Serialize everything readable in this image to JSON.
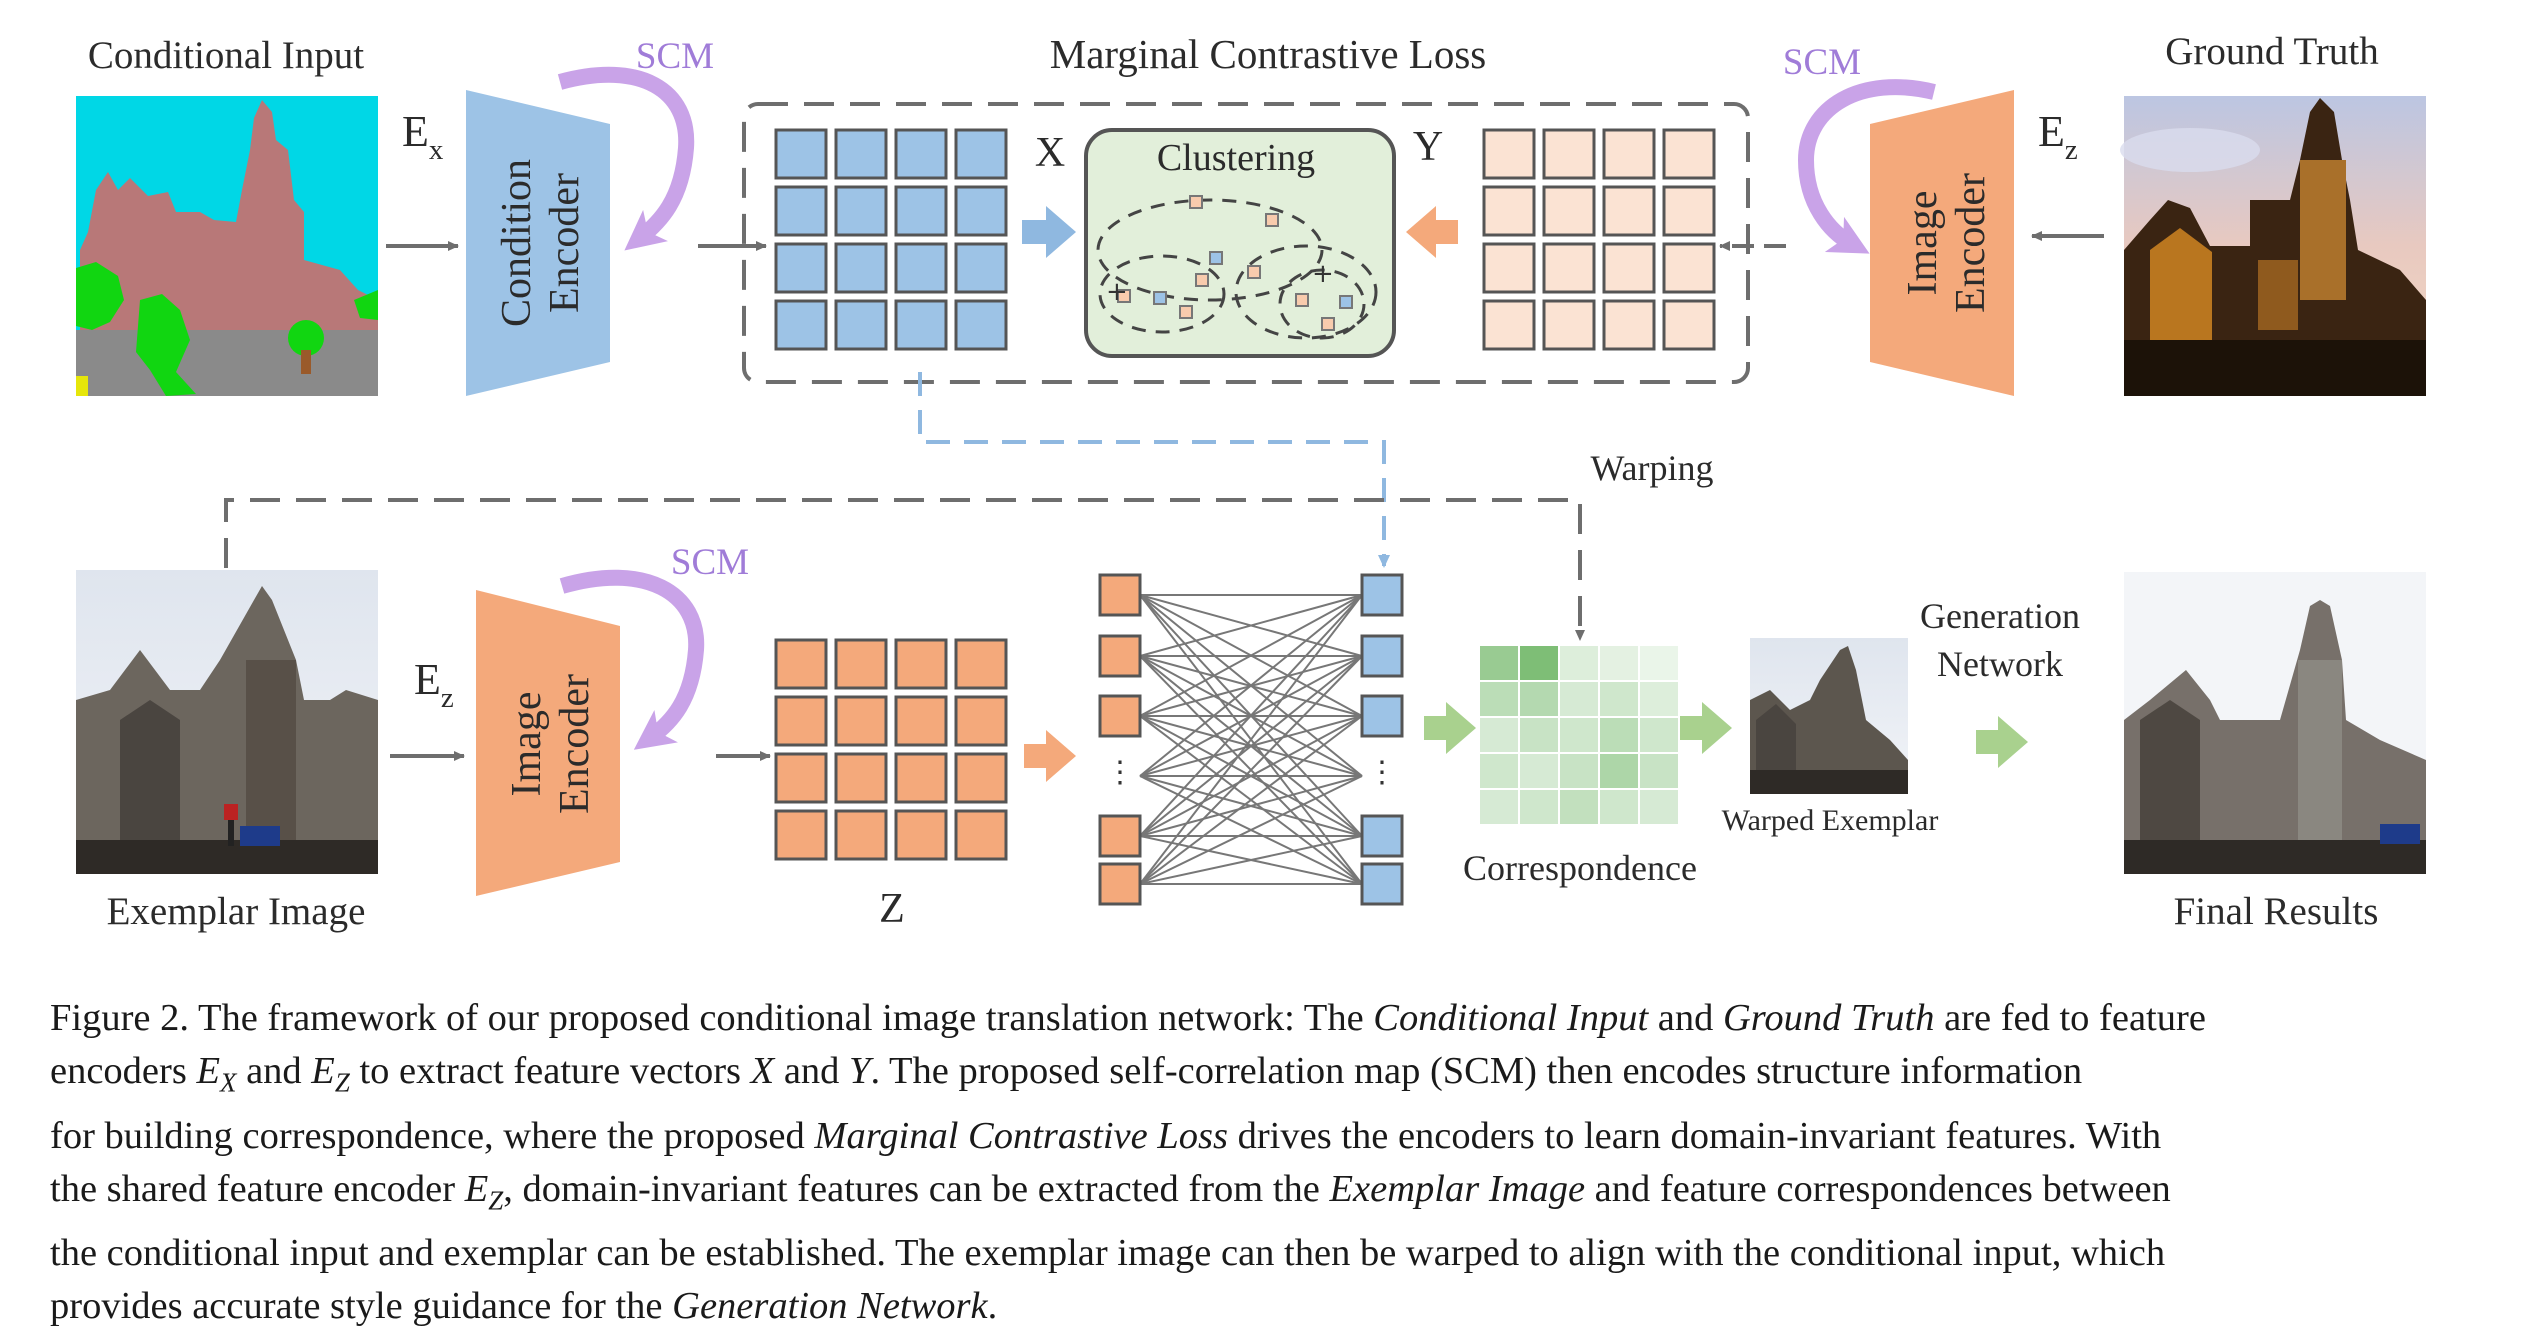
{
  "labels": {
    "conditional_input": "Conditional Input",
    "ground_truth": "Ground Truth",
    "exemplar_image": "Exemplar Image",
    "final_results": "Final Results",
    "marginal_contrastive_loss": "Marginal Contrastive Loss",
    "clustering": "Clustering",
    "scm": "SCM",
    "ex_main": "E",
    "ex_sub": "x",
    "ez_main": "E",
    "ez_sub": "z",
    "x": "X",
    "y": "Y",
    "z": "Z",
    "condition_encoder_line1": "Condition",
    "condition_encoder_line2": "Encoder",
    "image_encoder_line1": "Image",
    "image_encoder_line2": "Encoder",
    "warping": "Warping",
    "correspondence": "Correspondence",
    "warped_exemplar": "Warped Exemplar",
    "generation_network_line1": "Generation",
    "generation_network_line2": "Network"
  },
  "colors": {
    "blue_feature": "#9DC3E6",
    "orange_feature": "#F4A97B",
    "light_orange_feature": "#FBE3D3",
    "condition_encoder": "#9DC3E6",
    "image_encoder": "#F4A97B",
    "clustering_box": "#E2EFDA",
    "scm_arrow": "#C9A3E8",
    "green_arrow": "#A9D18E",
    "gray_line": "#6E6E6E"
  },
  "caption": {
    "line1": [
      {
        "t": "Figure 2. The framework of our proposed conditional image translation network: The ",
        "i": false
      },
      {
        "t": "Conditional Input",
        "i": true
      },
      {
        "t": " and ",
        "i": false
      },
      {
        "t": "Ground Truth",
        "i": true
      },
      {
        "t": " are fed to feature",
        "i": false
      }
    ],
    "line2": [
      {
        "t": "encoders ",
        "i": false
      },
      {
        "t": "E",
        "i": true
      },
      {
        "t": "X",
        "i": true,
        "sub": true
      },
      {
        "t": " and ",
        "i": false
      },
      {
        "t": "E",
        "i": true
      },
      {
        "t": "Z",
        "i": true,
        "sub": true
      },
      {
        "t": " to extract feature vectors ",
        "i": false
      },
      {
        "t": "X",
        "i": true
      },
      {
        "t": " and ",
        "i": false
      },
      {
        "t": "Y",
        "i": true
      },
      {
        "t": ". The proposed self-correlation map (SCM) then encodes structure information",
        "i": false
      }
    ],
    "line3": [
      {
        "t": "for building correspondence, where the proposed ",
        "i": false
      },
      {
        "t": "Marginal Contrastive Loss",
        "i": true
      },
      {
        "t": " drives the encoders to learn domain-invariant features. With",
        "i": false
      }
    ],
    "line4": [
      {
        "t": "the shared feature encoder ",
        "i": false
      },
      {
        "t": "E",
        "i": true
      },
      {
        "t": "Z",
        "i": true,
        "sub": true
      },
      {
        "t": ", domain-invariant features can be extracted from the ",
        "i": false
      },
      {
        "t": "Exemplar Image",
        "i": true
      },
      {
        "t": " and feature correspondences between",
        "i": false
      }
    ],
    "line5": [
      {
        "t": "the conditional input and exemplar can be established. The exemplar image can then be warped to align with the conditional input, which",
        "i": false
      }
    ],
    "line6": [
      {
        "t": "provides accurate style guidance for the ",
        "i": false
      },
      {
        "t": "Generation Network",
        "i": true
      },
      {
        "t": ".",
        "i": false
      }
    ]
  }
}
